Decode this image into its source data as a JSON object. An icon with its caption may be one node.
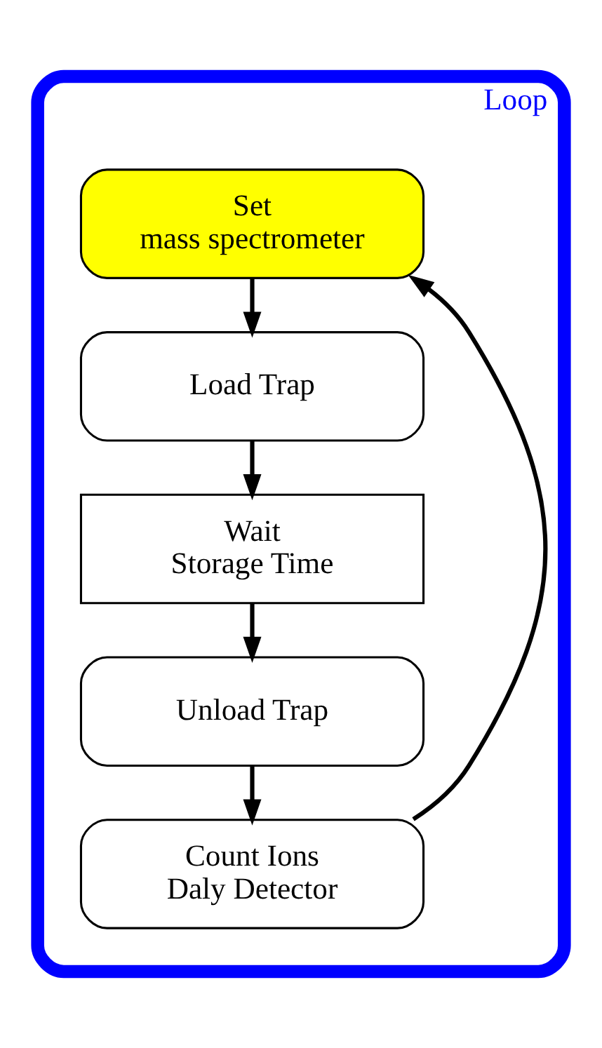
{
  "diagram": {
    "nodes": [
      {
        "text": [
          "Loop"
        ]
      },
      {
        "text": [
          "Set",
          "mass spectrometer"
        ],
        "in": 0
      },
      {
        "text": [
          "Load Trap"
        ],
        "in": 0
      },
      {
        "text": [
          "Wait",
          "Storage Time"
        ],
        "in": 0
      },
      {
        "text": [
          "Unload Trap"
        ],
        "in": 0
      },
      {
        "text": [
          "Count Ions",
          "Daly Detector"
        ],
        "in": 0
      }
    ],
    "edges": [
      {
        "from": 1,
        "to": 2,
        "arrow": "to"
      },
      {
        "from": 2,
        "to": 3,
        "arrow": "to"
      },
      {
        "from": 3,
        "to": 4,
        "arrow": "to"
      },
      {
        "from": 4,
        "to": 5,
        "arrow": "to"
      },
      {
        "from": 5,
        "to": 1,
        "arrow": "to"
      }
    ]
  }
}
